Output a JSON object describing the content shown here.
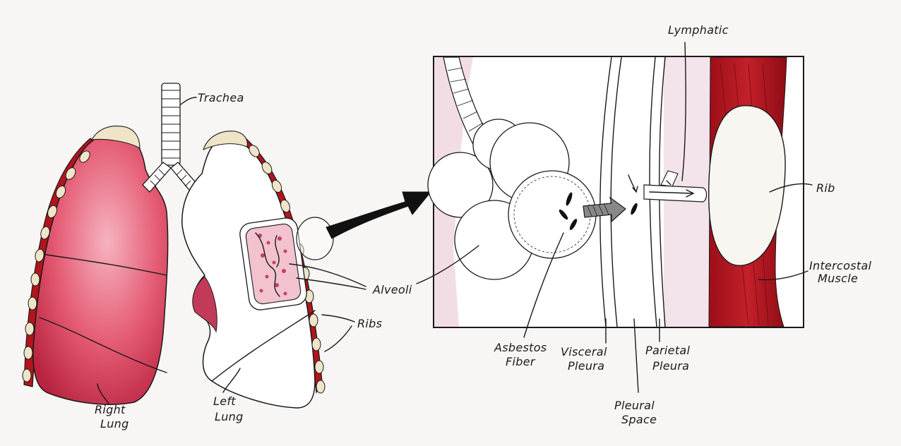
{
  "labels": {
    "trachea": "Trachea",
    "right_lung_1": "Right",
    "right_lung_2": "Lung",
    "left_lung_1": "Left",
    "left_lung_2": "Lung",
    "alveoli": "Alveoli",
    "ribs": "Ribs",
    "lymphatic": "Lymphatic",
    "rib": "Rib",
    "intercostal_1": "Intercostal",
    "intercostal_2": "Muscle",
    "asbestos_1": "Asbestos",
    "asbestos_2": "Fiber",
    "visceral_1": "Visceral",
    "visceral_2": "Pleura",
    "parietal_1": "Parietal",
    "parietal_2": "Pleura",
    "pleural_space_1": "Pleural",
    "pleural_space_2": "Space"
  },
  "colors": {
    "lung_red": "#d94a63",
    "lung_pink": "#f08ca0",
    "muscle_red": "#b3141c",
    "rib_bone": "#efe4c8",
    "tissue_pink": "#f1dfe6"
  }
}
